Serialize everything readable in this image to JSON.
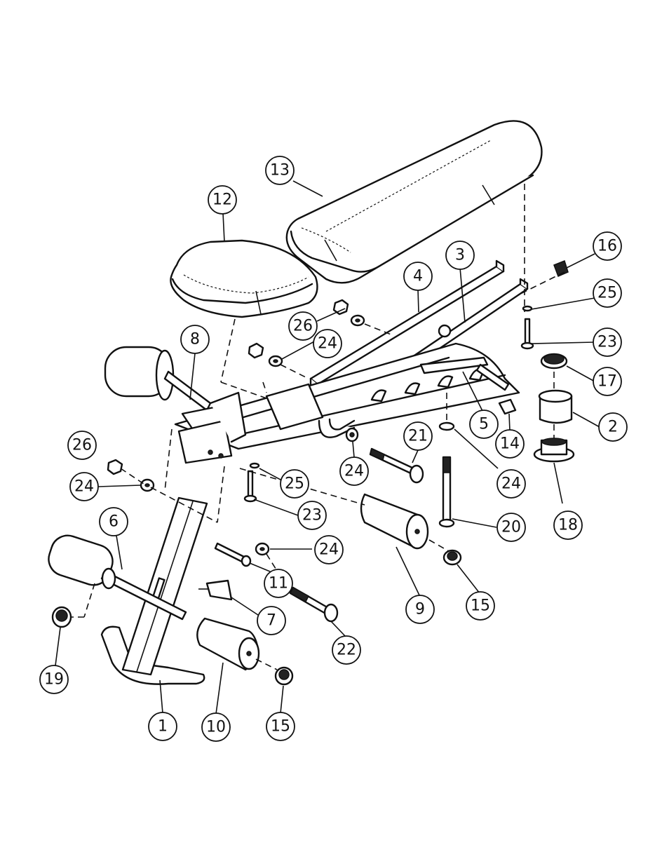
{
  "diagram": {
    "callouts": [
      {
        "id": "c13",
        "label": "13"
      },
      {
        "id": "c12",
        "label": "12"
      },
      {
        "id": "c16",
        "label": "16"
      },
      {
        "id": "c3",
        "label": "3"
      },
      {
        "id": "c4",
        "label": "4"
      },
      {
        "id": "c25a",
        "label": "25"
      },
      {
        "id": "c26a",
        "label": "26"
      },
      {
        "id": "c24a",
        "label": "24"
      },
      {
        "id": "c8",
        "label": "8"
      },
      {
        "id": "c23a",
        "label": "23"
      },
      {
        "id": "c17",
        "label": "17"
      },
      {
        "id": "c5",
        "label": "5"
      },
      {
        "id": "c2",
        "label": "2"
      },
      {
        "id": "c21",
        "label": "21"
      },
      {
        "id": "c14",
        "label": "14"
      },
      {
        "id": "c26b",
        "label": "26"
      },
      {
        "id": "c24b",
        "label": "24"
      },
      {
        "id": "c25b",
        "label": "25"
      },
      {
        "id": "c24c",
        "label": "24"
      },
      {
        "id": "c18",
        "label": "18"
      },
      {
        "id": "c24d",
        "label": "24"
      },
      {
        "id": "c23b",
        "label": "23"
      },
      {
        "id": "c20",
        "label": "20"
      },
      {
        "id": "c6",
        "label": "6"
      },
      {
        "id": "c24e",
        "label": "24"
      },
      {
        "id": "c11",
        "label": "11"
      },
      {
        "id": "c7",
        "label": "7"
      },
      {
        "id": "c9",
        "label": "9"
      },
      {
        "id": "c15a",
        "label": "15"
      },
      {
        "id": "c22",
        "label": "22"
      },
      {
        "id": "c19",
        "label": "19"
      },
      {
        "id": "c1",
        "label": "1"
      },
      {
        "id": "c10",
        "label": "10"
      },
      {
        "id": "c15b",
        "label": "15"
      }
    ]
  }
}
